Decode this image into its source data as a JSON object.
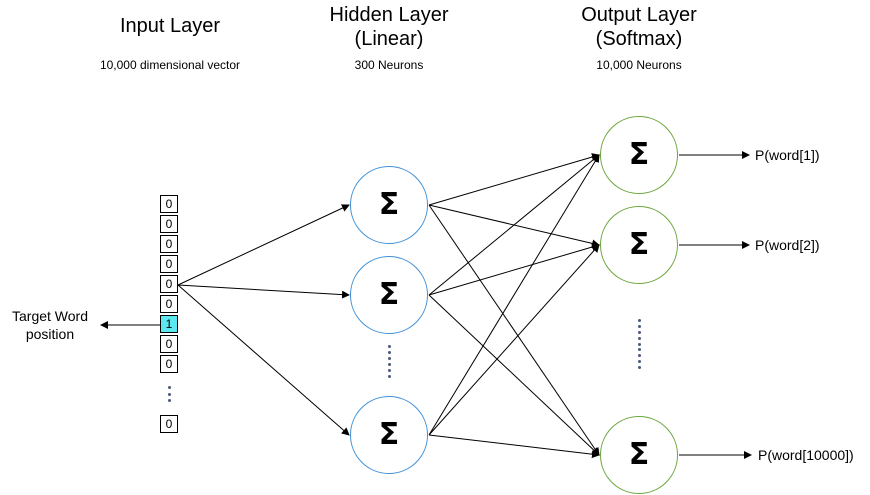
{
  "columns": {
    "input": {
      "title": "Input Layer",
      "subtitle": "10,000 dimensional vector"
    },
    "hidden": {
      "title_line1": "Hidden Layer",
      "title_line2": "(Linear)",
      "subtitle": "300 Neurons"
    },
    "output": {
      "title_line1": "Output Layer",
      "title_line2": "(Softmax)",
      "subtitle": "10,000 Neurons"
    }
  },
  "input_vector": {
    "cells": [
      "0",
      "0",
      "0",
      "0",
      "0",
      "0",
      "1",
      "0",
      "0"
    ],
    "last_cell": "0",
    "highlight_color": "#5ce8f0"
  },
  "target_label": {
    "line1": "Target Word",
    "line2": "position"
  },
  "neuron_symbol": "Σ",
  "output_labels": [
    "P(word[1])",
    "P(word[2])",
    "P(word[10000])"
  ],
  "colors": {
    "hidden_border": "#3f90d8",
    "output_border": "#6aa53a",
    "dots": "#4a5a78"
  }
}
